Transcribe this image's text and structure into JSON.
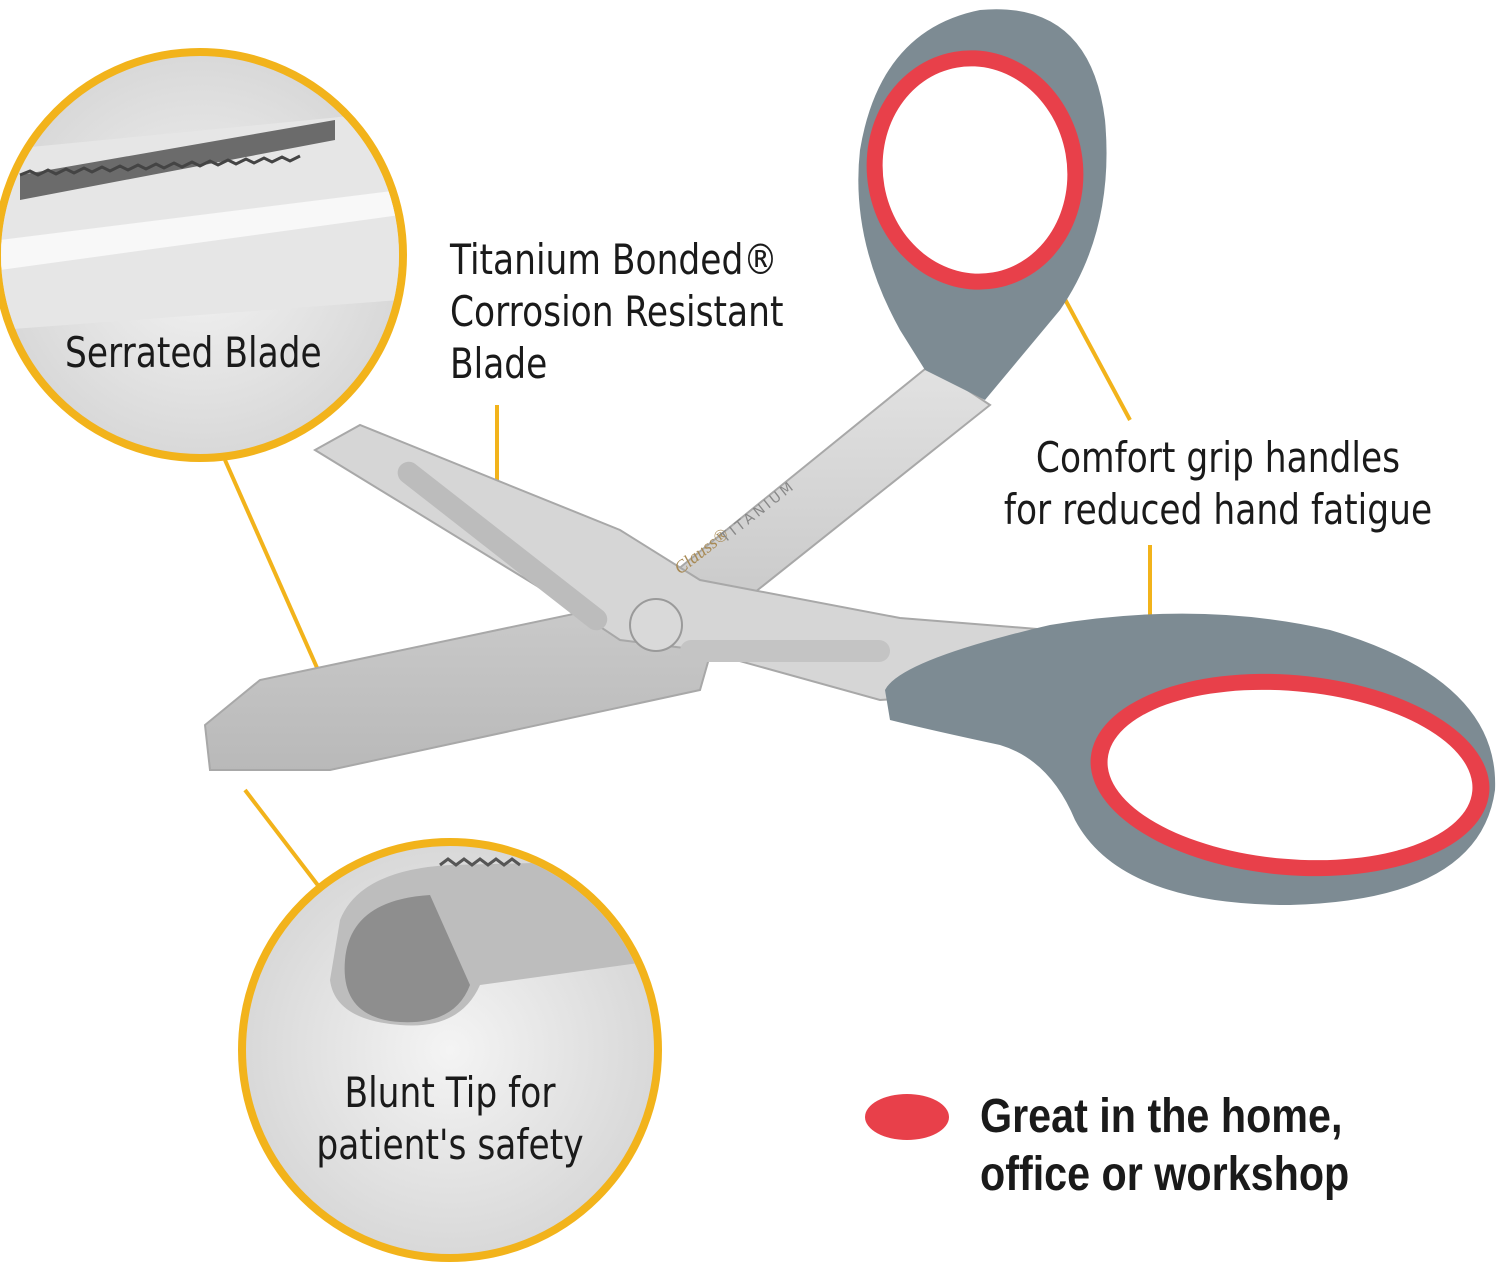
{
  "callouts": {
    "serrated": "Serrated Blade",
    "titanium": [
      "Titanium Bonded®",
      "Corrosion Resistant",
      "Blade"
    ],
    "comfort": [
      "Comfort grip handles",
      "for reduced hand fatigue"
    ],
    "blunt": [
      "Blunt Tip for",
      "patient's safety"
    ]
  },
  "tagline": [
    "Great in the home,",
    "office or workshop"
  ],
  "brand": {
    "logo": "Clauss®",
    "engraving": "TITANIUM"
  },
  "colors": {
    "accent": "#f2b31b",
    "red": "#e8404a",
    "handle": "#7d8b93",
    "blade": "#cfcfcf"
  }
}
